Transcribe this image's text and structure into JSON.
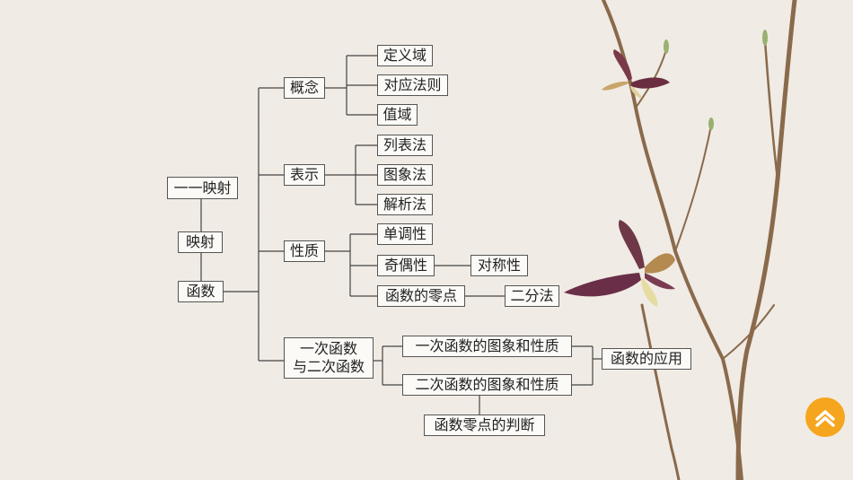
{
  "diagram": {
    "nodes": {
      "mapping11": "一一映射",
      "mapping": "映射",
      "function": "函数",
      "concept": "概念",
      "domain": "定义域",
      "rule": "对应法则",
      "range": "值域",
      "representation": "表示",
      "list_method": "列表法",
      "graph_method": "图象法",
      "analytic_method": "解析法",
      "property": "性质",
      "monotonicity": "单调性",
      "parity": "奇偶性",
      "symmetry": "对称性",
      "zero_point": "函数的零点",
      "bisection": "二分法",
      "linear_quadratic": "一次函数\n与二次函数",
      "linear_graph": "一次函数的图象和性质",
      "quadratic_graph": "二次函数的图象和性质",
      "application": "函数的应用",
      "zero_judgement": "函数零点的判断"
    }
  },
  "colors": {
    "background": "#f2ede6",
    "node_border": "#555555",
    "button": "#f5a51e"
  },
  "icons": {
    "up_button": "chevron-up-icon",
    "decoration": "branch-butterfly-icon"
  }
}
